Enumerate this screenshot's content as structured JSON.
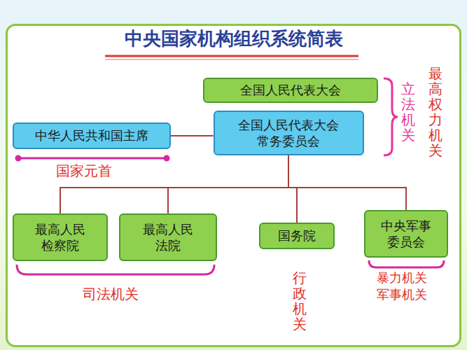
{
  "diagram": {
    "title": "中央国家机构组织系统简表",
    "nodes": [
      {
        "text": [
          "全国人民代表大会"
        ]
      },
      {
        "text": [
          "全国人民代表大会 常务委员会"
        ]
      },
      {
        "text": [
          "中华人民共和国主席"
        ]
      },
      {
        "text": [
          "最高人民 检察院"
        ]
      },
      {
        "text": [
          "最高人民 法院"
        ]
      },
      {
        "text": [
          "国务院"
        ]
      },
      {
        "text": [
          "中央军事 委员会"
        ]
      }
    ],
    "edges": [
      {
        "from": 2,
        "to": 1,
        "arrow": "none"
      },
      {
        "from": 1,
        "to": 3,
        "arrow": "none"
      },
      {
        "from": 1,
        "to": 4,
        "arrow": "none"
      },
      {
        "from": 1,
        "to": 5,
        "arrow": "none"
      },
      {
        "from": 1,
        "to": 6,
        "arrow": "none"
      }
    ],
    "labels": [
      "立法机关",
      "最高权力机关",
      "国家元首",
      "司法机关",
      "行政机关",
      "暴力机关",
      "军事机关"
    ]
  }
}
